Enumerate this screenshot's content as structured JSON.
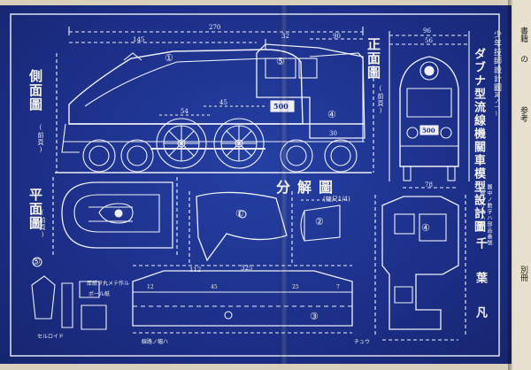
{
  "side_view": {
    "title": "側面圖",
    "note": "(前頁)"
  },
  "front_view": {
    "title": "正面圖",
    "note": "(前頁)"
  },
  "plan_view": {
    "title": "平面圖",
    "note": "(前頁)"
  },
  "exploded": {
    "title": "分解圖",
    "scale": "(縮尺1/4)"
  },
  "title_block": {
    "series": "少年技師設計圖",
    "no": "(其ノ一)",
    "title": "ダブナ型流線機關車模型設計圖",
    "author": "千葉凡",
    "note_a": "凡例ノ寸法ハ粍",
    "note_b": "圖中ノ數字ハ部品番號"
  },
  "engine_number": "500",
  "dimensions": {
    "overall": "270",
    "boiler": "145",
    "cab": "32",
    "tender_top": "90",
    "front_width": "96",
    "front_inner": "56",
    "front_low": "78",
    "ex_len_a": "112",
    "ex_len_b": "325",
    "ex_small_1": "12",
    "ex_small_2": "45",
    "ex_small_3": "25",
    "ex_small_4": "7",
    "side_45": "45",
    "side_54": "54",
    "side_30": "30"
  },
  "part_numbers": [
    "①",
    "②",
    "③",
    "④",
    "⑤"
  ],
  "small_notes": [
    "厚紙ヲ丸メテ作ル",
    "ボール紙",
    "セルロイド",
    "線路ノ幅ハ",
    "チュウ"
  ],
  "margin_text": [
    "書籍",
    "の",
    "参考",
    "別冊"
  ]
}
